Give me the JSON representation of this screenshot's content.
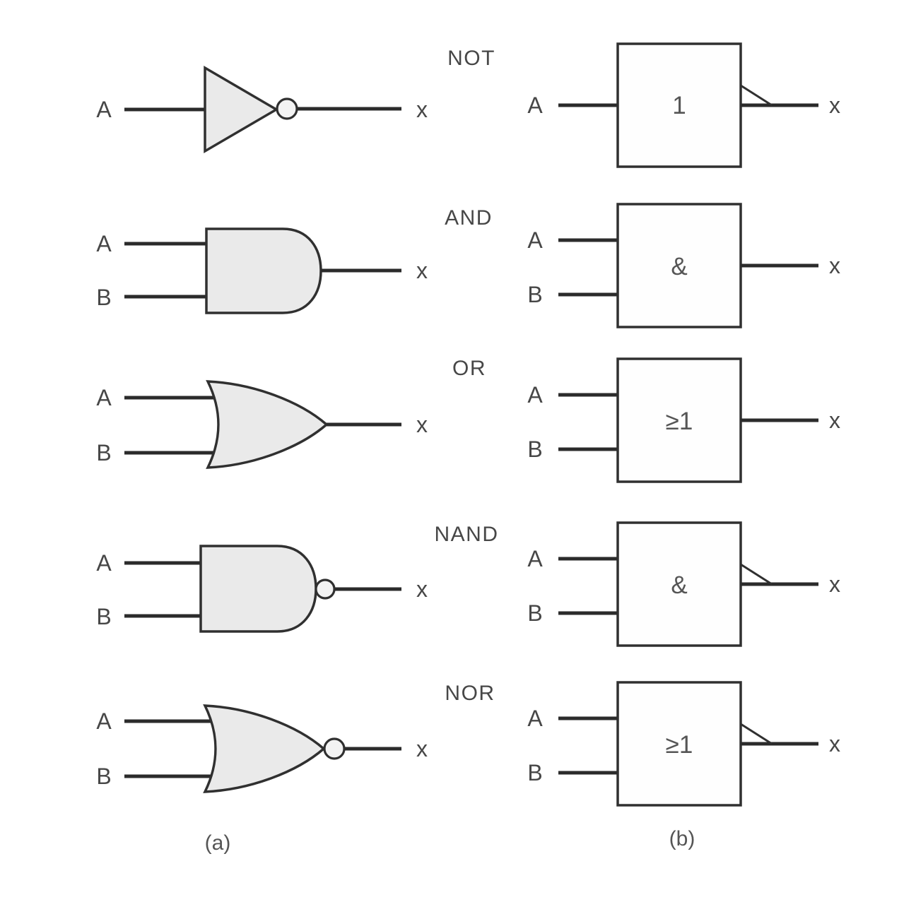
{
  "figure": {
    "caption_a": "(a)",
    "caption_b": "(b)",
    "rows": [
      {
        "name": "NOT",
        "inputs": [
          "A"
        ],
        "output": "x",
        "iec": "1"
      },
      {
        "name": "AND",
        "inputs": [
          "A",
          "B"
        ],
        "output": "x",
        "iec": "&"
      },
      {
        "name": "OR",
        "inputs": [
          "A",
          "B"
        ],
        "output": "x",
        "iec": "≥1"
      },
      {
        "name": "NAND",
        "inputs": [
          "A",
          "B"
        ],
        "output": "x",
        "iec": "&"
      },
      {
        "name": "NOR",
        "inputs": [
          "A",
          "B"
        ],
        "output": "x",
        "iec": "≥1"
      }
    ],
    "colors": {
      "background": "#ffffff",
      "wire": "#2b2b2b",
      "outline": "#303030",
      "gate_fill": "#eaeaea",
      "bubble_fill": "#f3f3f3",
      "box_fill": "#fefefe",
      "text": "#474747",
      "symbol_text": "#555555"
    }
  }
}
